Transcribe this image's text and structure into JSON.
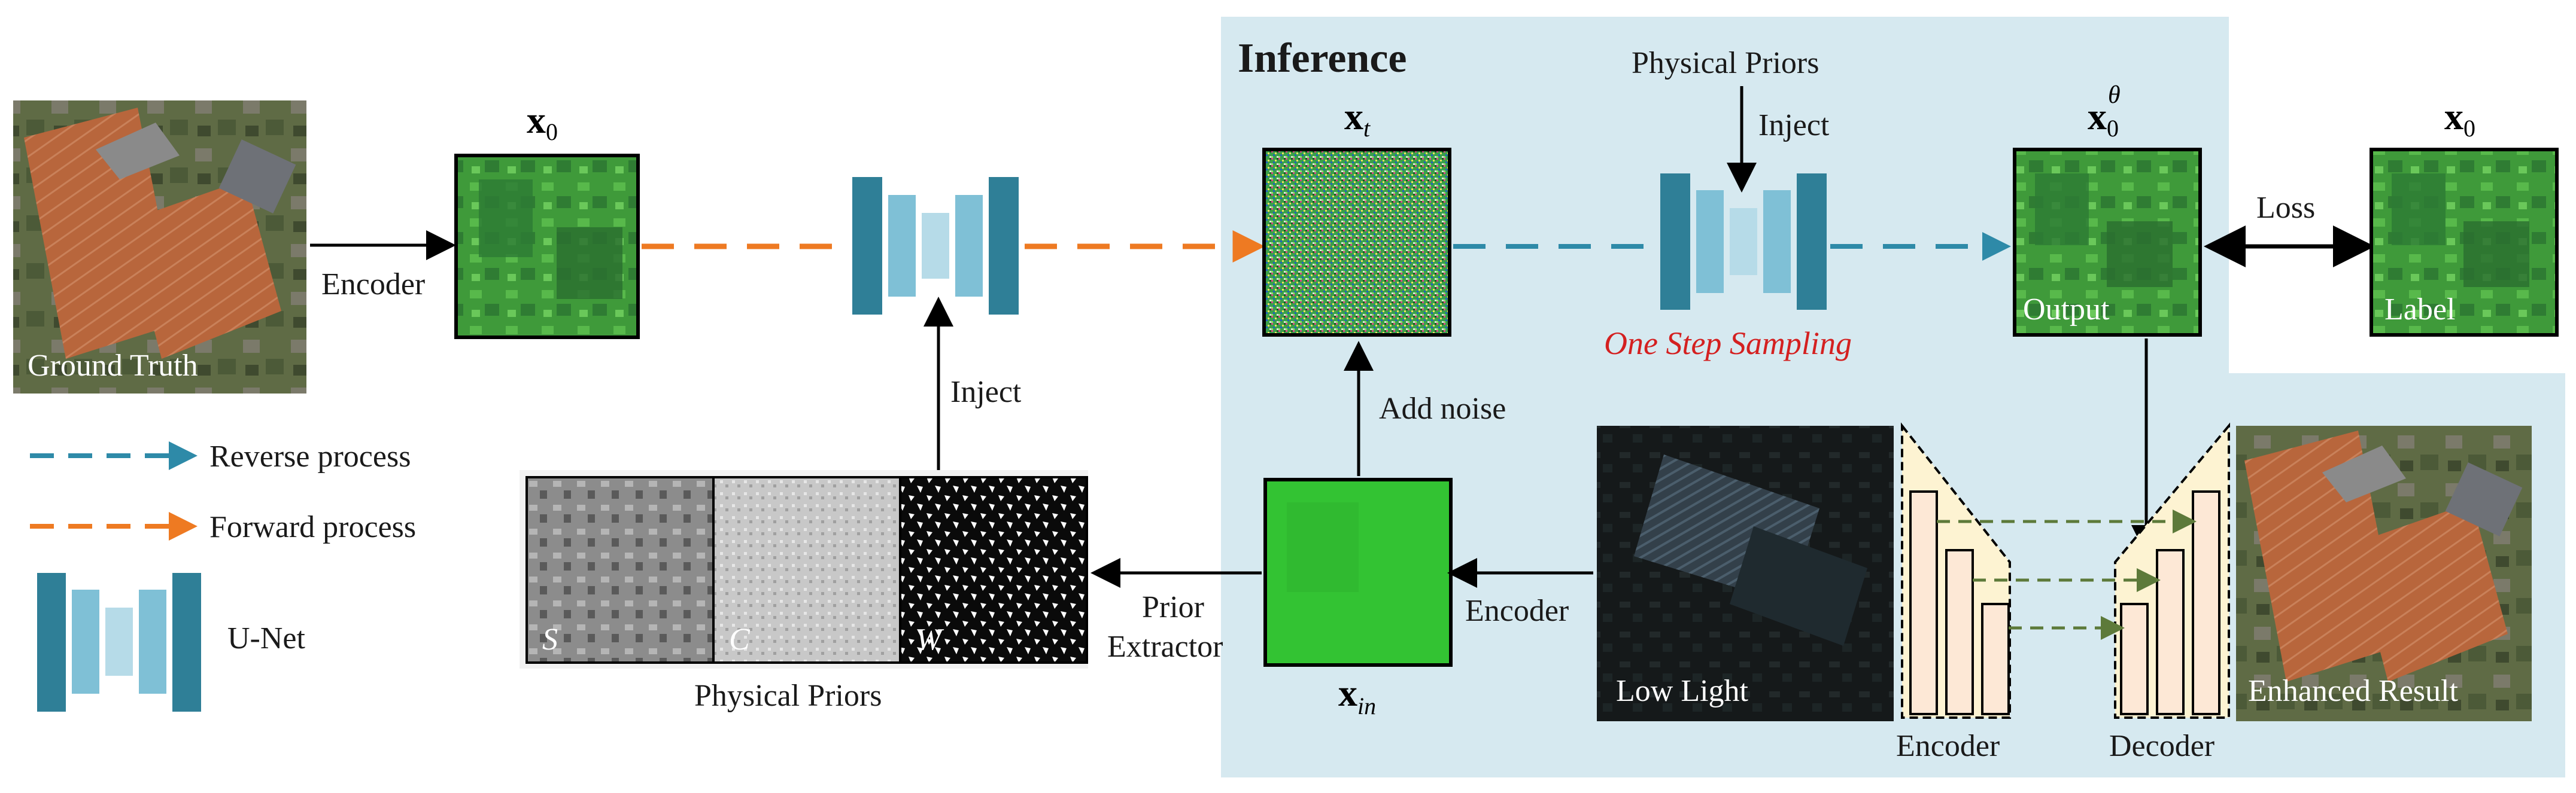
{
  "diagram": {
    "inference_title": "Inference",
    "physical_priors_top": "Physical Priors",
    "inject_top": "Inject",
    "one_step_sampling": "One Step Sampling",
    "loss": "Loss",
    "encoder_left": "Encoder",
    "inject_left": "Inject",
    "add_noise": "Add noise",
    "prior_extractor_line1": "Prior",
    "prior_extractor_line2": "Extractor",
    "encoder_mid": "Encoder",
    "physical_priors_bottom": "Physical Priors",
    "encoder_bottom": "Encoder",
    "decoder_bottom": "Decoder",
    "math": {
      "x0_main": "x",
      "x0_sub": "0",
      "xt_main": "x",
      "xt_sub": "t",
      "x0theta_main": "x",
      "x0theta_sub": "0",
      "x0theta_sup": "θ",
      "x0_label_main": "x",
      "x0_label_sub": "0",
      "xin_main": "x",
      "xin_sub": "in"
    },
    "image_labels": {
      "ground_truth": "Ground Truth",
      "output": "Output",
      "label": "Label",
      "low_light": "Low Light",
      "enhanced_result": "Enhanced Result",
      "prior_s": "S",
      "prior_c": "C",
      "prior_w": "W"
    },
    "legend": {
      "reverse": "Reverse process",
      "forward": "Forward process",
      "unet": "U-Net"
    }
  },
  "colors": {
    "inference_bg": "#d6e9f0",
    "unet_dark": "#2f7f97",
    "unet_mid": "#7fc0d6",
    "unet_light": "#b6dbe8",
    "reverse_arrow": "#2e8aa8",
    "forward_arrow": "#ee7a22",
    "sampling_text": "#d42020",
    "skip_arrow": "#5d7a3a",
    "encdec_fill": "#fde8d6",
    "encdec_bg": "#fdf3d2"
  }
}
